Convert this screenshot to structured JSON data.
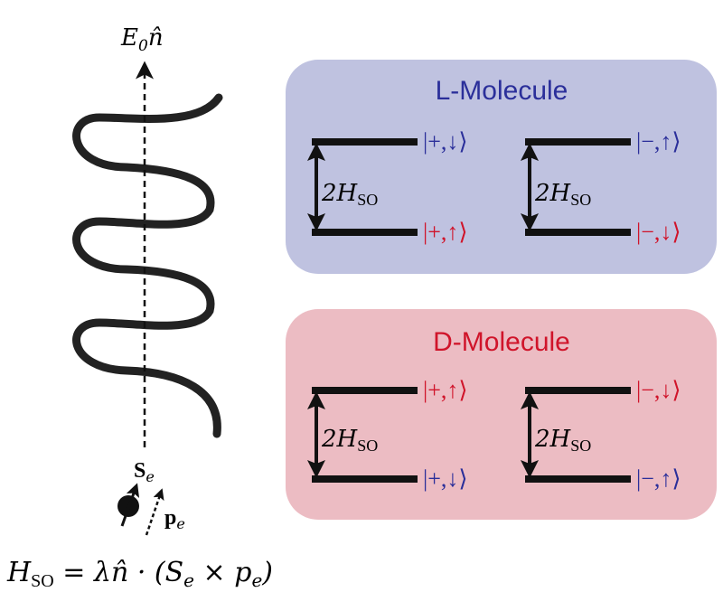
{
  "axis_label": {
    "main": "E",
    "sub": "0",
    "vec": "n̂"
  },
  "spin_label": {
    "main": "S",
    "sub": "e"
  },
  "momentum_label": {
    "main": "p",
    "sub": "e"
  },
  "hamiltonian": {
    "lhs": "H",
    "lhs_sub": "SO",
    "rhs": " = λn̂ · (S",
    "s_sub": "e",
    "mid": " × p",
    "p_sub": "e",
    "end": ")"
  },
  "colors": {
    "l_panel": "#bfc2e0",
    "d_panel": "#ecbcc3",
    "blue": "#2b2f9a",
    "red": "#d0142a"
  },
  "l_molecule": {
    "title": "L-Molecule",
    "left": {
      "top": "|+,↓⟩",
      "bottom": "|+,↑⟩",
      "gap": "2H",
      "gap_sub": "SO"
    },
    "right": {
      "top": "|−,↑⟩",
      "bottom": "|−,↓⟩",
      "gap": "2H",
      "gap_sub": "SO"
    }
  },
  "d_molecule": {
    "title": "D-Molecule",
    "left": {
      "top": "|+,↑⟩",
      "bottom": "|+,↓⟩",
      "gap": "2H",
      "gap_sub": "SO"
    },
    "right": {
      "top": "|−,↓⟩",
      "bottom": "|−,↑⟩",
      "gap": "2H",
      "gap_sub": "SO"
    }
  }
}
